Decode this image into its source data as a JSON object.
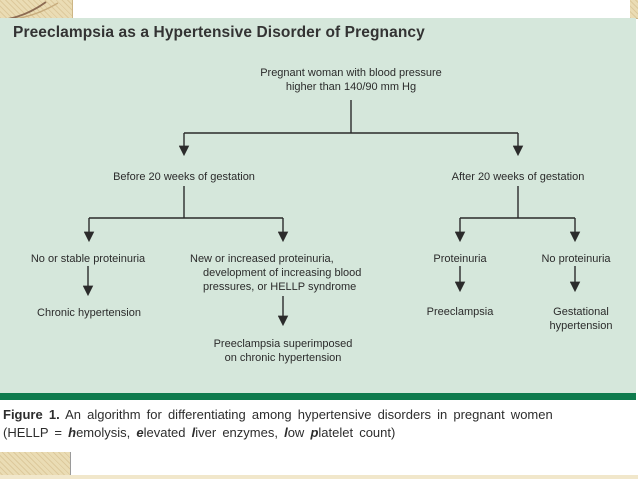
{
  "title": "Preeclampsia as a Hypertensive Disorder of Pregnancy",
  "flowchart": {
    "root": "Pregnant woman with blood pressure\nhigher than 140/90 mm Hg",
    "branch_left": "Before 20 weeks of gestation",
    "branch_right": "After 20 weeks of gestation",
    "left": {
      "condition_a": "No or stable proteinuria",
      "outcome_a": "Chronic hypertension",
      "condition_b": "New or increased proteinuria,\ndevelopment of increasing blood\npressures, or HELLP syndrome",
      "outcome_b": "Preeclampsia superimposed\non chronic hypertension"
    },
    "right": {
      "condition_a": "Proteinuria",
      "outcome_a": "Preeclampsia",
      "condition_b": "No proteinuria",
      "outcome_b": "Gestational\nhypertension"
    }
  },
  "caption": {
    "label": "Figure 1.",
    "line1": " An algorithm for differentiating among hypertensive disorders in pregnant women",
    "line2_segments": [
      {
        "t": "(HELLP = "
      },
      {
        "t": "h",
        "i": true
      },
      {
        "t": "emolysis, "
      },
      {
        "t": "e",
        "i": true
      },
      {
        "t": "levated "
      },
      {
        "t": "l",
        "i": true
      },
      {
        "t": "iver enzymes, "
      },
      {
        "t": "l",
        "i": true
      },
      {
        "t": "ow "
      },
      {
        "t": "p",
        "i": true
      },
      {
        "t": "latelet count)"
      }
    ]
  },
  "colors": {
    "panel_bg": "#d5e7db",
    "accent": "#0e7b4d",
    "ink": "#2b2b2b",
    "beige": "#eadcb4",
    "beige_edge": "#cdb686"
  }
}
